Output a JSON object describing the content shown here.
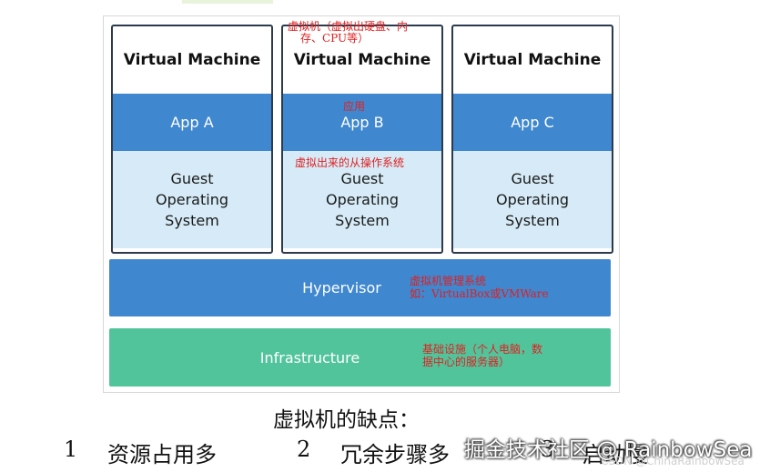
{
  "vms": [
    {
      "title": "Virtual Machine",
      "app": "App A",
      "guest": [
        "Guest",
        "Operating",
        "System"
      ]
    },
    {
      "title": "Virtual Machine",
      "app": "App B",
      "guest": [
        "Guest",
        "Operating",
        "System"
      ]
    },
    {
      "title": "Virtual Machine",
      "app": "App C",
      "guest": [
        "Guest",
        "Operating",
        "System"
      ]
    }
  ],
  "hypervisor": "Hypervisor",
  "infrastructure": "Infrastructure",
  "annotations": {
    "vm_line1": "虚拟机（虚拟出硬盘、内",
    "vm_line2": "存、CPU等）",
    "app": "应用",
    "guest_os": "虚拟出来的从操作系统",
    "hyper_line1": "虚拟机管理系统",
    "hyper_line2": "如：VirtualBox或VMWare",
    "infra_line1": "基础设施（个人电脑，数",
    "infra_line2": "据中心的服务器）"
  },
  "caption": "虚拟机的缺点：",
  "drawbacks": [
    {
      "num": "1",
      "text": "资源占用多"
    },
    {
      "num": "2",
      "text": "冗余步骤多"
    },
    {
      "num": "3",
      "text": "启动慢"
    }
  ],
  "watermark": "掘金技术社区 @ RainbowSea",
  "watermark_small": "CSDN @ChinaRainbowSea"
}
